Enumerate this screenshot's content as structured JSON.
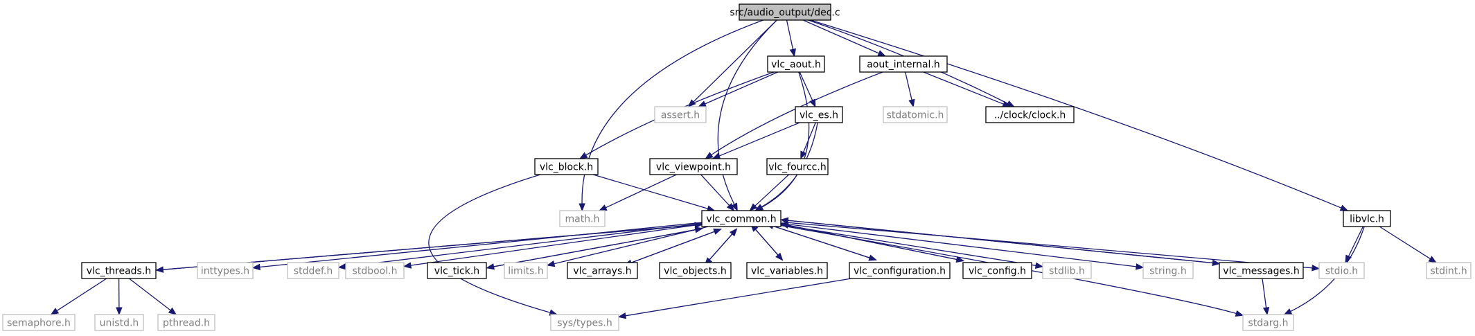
{
  "graph": {
    "root": "src/audio_output/dec.c",
    "colors": {
      "edge": "#191970",
      "root_fill": "#bfbfbf",
      "documented_border": "#000000",
      "external_border": "#bfbfbf",
      "documented_text": "#000000",
      "external_text": "#7f7f7f"
    },
    "nodes": [
      {
        "id": "dec_c",
        "label": "src/audio_output/dec.c",
        "kind": "root"
      },
      {
        "id": "vlc_aout_h",
        "label": "vlc_aout.h",
        "kind": "documented"
      },
      {
        "id": "aout_internal_h",
        "label": "aout_internal.h",
        "kind": "documented"
      },
      {
        "id": "assert_h",
        "label": "assert.h",
        "kind": "external"
      },
      {
        "id": "vlc_es_h",
        "label": "vlc_es.h",
        "kind": "documented"
      },
      {
        "id": "stdatomic_h",
        "label": "stdatomic.h",
        "kind": "external"
      },
      {
        "id": "clock_h",
        "label": "../clock/clock.h",
        "kind": "documented"
      },
      {
        "id": "vlc_block_h",
        "label": "vlc_block.h",
        "kind": "documented"
      },
      {
        "id": "vlc_viewpoint_h",
        "label": "vlc_viewpoint.h",
        "kind": "documented"
      },
      {
        "id": "vlc_fourcc_h",
        "label": "vlc_fourcc.h",
        "kind": "documented"
      },
      {
        "id": "math_h",
        "label": "math.h",
        "kind": "external"
      },
      {
        "id": "vlc_common_h",
        "label": "vlc_common.h",
        "kind": "documented"
      },
      {
        "id": "libvlc_h",
        "label": "libvlc.h",
        "kind": "documented"
      },
      {
        "id": "vlc_threads_h",
        "label": "vlc_threads.h",
        "kind": "documented"
      },
      {
        "id": "inttypes_h",
        "label": "inttypes.h",
        "kind": "external"
      },
      {
        "id": "stddef_h",
        "label": "stddef.h",
        "kind": "external"
      },
      {
        "id": "stdbool_h",
        "label": "stdbool.h",
        "kind": "external"
      },
      {
        "id": "vlc_tick_h",
        "label": "vlc_tick.h",
        "kind": "documented"
      },
      {
        "id": "limits_h",
        "label": "limits.h",
        "kind": "external"
      },
      {
        "id": "vlc_arrays_h",
        "label": "vlc_arrays.h",
        "kind": "documented"
      },
      {
        "id": "vlc_objects_h",
        "label": "vlc_objects.h",
        "kind": "documented"
      },
      {
        "id": "vlc_variables_h",
        "label": "vlc_variables.h",
        "kind": "documented"
      },
      {
        "id": "vlc_configuration_h",
        "label": "vlc_configuration.h",
        "kind": "documented"
      },
      {
        "id": "vlc_config_h",
        "label": "vlc_config.h",
        "kind": "documented"
      },
      {
        "id": "stdlib_h",
        "label": "stdlib.h",
        "kind": "external"
      },
      {
        "id": "string_h",
        "label": "string.h",
        "kind": "external"
      },
      {
        "id": "vlc_messages_h",
        "label": "vlc_messages.h",
        "kind": "documented"
      },
      {
        "id": "stdio_h",
        "label": "stdio.h",
        "kind": "external"
      },
      {
        "id": "stdint_h",
        "label": "stdint.h",
        "kind": "external"
      },
      {
        "id": "semaphore_h",
        "label": "semaphore.h",
        "kind": "external"
      },
      {
        "id": "unistd_h",
        "label": "unistd.h",
        "kind": "external"
      },
      {
        "id": "pthread_h",
        "label": "pthread.h",
        "kind": "external"
      },
      {
        "id": "sys_types_h",
        "label": "sys/types.h",
        "kind": "external"
      },
      {
        "id": "stdarg_h",
        "label": "stdarg.h",
        "kind": "external"
      }
    ],
    "edges": [
      {
        "from": "dec_c",
        "to": "vlc_aout_h"
      },
      {
        "from": "dec_c",
        "to": "aout_internal_h"
      },
      {
        "from": "dec_c",
        "to": "assert_h"
      },
      {
        "from": "dec_c",
        "to": "clock_h"
      },
      {
        "from": "dec_c",
        "to": "math_h"
      },
      {
        "from": "dec_c",
        "to": "vlc_common_h"
      },
      {
        "from": "dec_c",
        "to": "libvlc_h"
      },
      {
        "from": "vlc_aout_h",
        "to": "assert_h"
      },
      {
        "from": "vlc_aout_h",
        "to": "vlc_es_h"
      },
      {
        "from": "vlc_aout_h",
        "to": "vlc_block_h"
      },
      {
        "from": "vlc_aout_h",
        "to": "vlc_common_h"
      },
      {
        "from": "aout_internal_h",
        "to": "stdatomic_h"
      },
      {
        "from": "aout_internal_h",
        "to": "clock_h"
      },
      {
        "from": "aout_internal_h",
        "to": "vlc_viewpoint_h"
      },
      {
        "from": "vlc_es_h",
        "to": "vlc_viewpoint_h"
      },
      {
        "from": "vlc_es_h",
        "to": "vlc_fourcc_h"
      },
      {
        "from": "vlc_es_h",
        "to": "vlc_common_h"
      },
      {
        "from": "vlc_block_h",
        "to": "vlc_common_h"
      },
      {
        "from": "vlc_block_h",
        "to": "sys_types_h"
      },
      {
        "from": "vlc_viewpoint_h",
        "to": "math_h"
      },
      {
        "from": "vlc_viewpoint_h",
        "to": "vlc_common_h"
      },
      {
        "from": "vlc_fourcc_h",
        "to": "vlc_common_h"
      },
      {
        "from": "libvlc_h",
        "to": "stdio_h"
      },
      {
        "from": "libvlc_h",
        "to": "stdint_h"
      },
      {
        "from": "libvlc_h",
        "to": "stdarg_h"
      },
      {
        "from": "vlc_common_h",
        "to": "vlc_threads_h"
      },
      {
        "from": "vlc_common_h",
        "to": "inttypes_h"
      },
      {
        "from": "vlc_common_h",
        "to": "stddef_h"
      },
      {
        "from": "vlc_common_h",
        "to": "stdbool_h"
      },
      {
        "from": "vlc_common_h",
        "to": "vlc_tick_h"
      },
      {
        "from": "vlc_common_h",
        "to": "limits_h"
      },
      {
        "from": "vlc_common_h",
        "to": "vlc_arrays_h"
      },
      {
        "from": "vlc_common_h",
        "to": "vlc_objects_h"
      },
      {
        "from": "vlc_common_h",
        "to": "vlc_variables_h"
      },
      {
        "from": "vlc_common_h",
        "to": "vlc_configuration_h"
      },
      {
        "from": "vlc_common_h",
        "to": "vlc_config_h"
      },
      {
        "from": "vlc_common_h",
        "to": "stdlib_h"
      },
      {
        "from": "vlc_common_h",
        "to": "string_h"
      },
      {
        "from": "vlc_common_h",
        "to": "vlc_messages_h"
      },
      {
        "from": "vlc_common_h",
        "to": "stdio_h"
      },
      {
        "from": "vlc_common_h",
        "to": "stdarg_h"
      },
      {
        "from": "vlc_threads_h",
        "to": "vlc_common_h"
      },
      {
        "from": "vlc_threads_h",
        "to": "semaphore_h"
      },
      {
        "from": "vlc_threads_h",
        "to": "unistd_h"
      },
      {
        "from": "vlc_threads_h",
        "to": "pthread_h"
      },
      {
        "from": "vlc_tick_h",
        "to": "vlc_common_h"
      },
      {
        "from": "vlc_arrays_h",
        "to": "vlc_common_h"
      },
      {
        "from": "vlc_objects_h",
        "to": "vlc_common_h"
      },
      {
        "from": "vlc_variables_h",
        "to": "vlc_common_h"
      },
      {
        "from": "vlc_configuration_h",
        "to": "vlc_common_h"
      },
      {
        "from": "vlc_configuration_h",
        "to": "sys_types_h"
      },
      {
        "from": "vlc_config_h",
        "to": "vlc_common_h"
      },
      {
        "from": "vlc_messages_h",
        "to": "vlc_common_h"
      },
      {
        "from": "vlc_messages_h",
        "to": "stdarg_h"
      }
    ]
  }
}
